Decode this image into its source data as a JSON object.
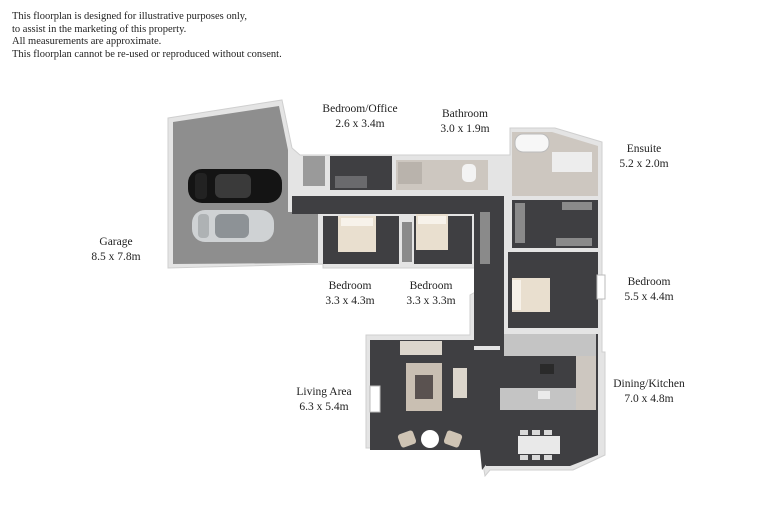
{
  "disclaimer": [
    "This floorplan is designed for illustrative purposes only,",
    "to assist in the marketing of this property.",
    "All measurements are approximate.",
    "This floorplan cannot be re-used or reproduced without consent."
  ],
  "rooms": [
    {
      "id": "bedroom-office",
      "name": "Bedroom/Office",
      "size": "2.6 x 3.4m"
    },
    {
      "id": "bathroom",
      "name": "Bathroom",
      "size": "3.0 x 1.9m"
    },
    {
      "id": "ensuite",
      "name": "Ensuite",
      "size": "5.2 x 2.0m"
    },
    {
      "id": "garage",
      "name": "Garage",
      "size": "8.5 x 7.8m"
    },
    {
      "id": "bedroom-1",
      "name": "Bedroom",
      "size": "3.3 x 4.3m"
    },
    {
      "id": "bedroom-2",
      "name": "Bedroom",
      "size": "3.3 x 3.3m"
    },
    {
      "id": "bedroom-3",
      "name": "Bedroom",
      "size": "5.5 x 4.4m"
    },
    {
      "id": "living-area",
      "name": "Living Area",
      "size": "6.3 x 5.4m"
    },
    {
      "id": "dining-kitchen",
      "name": "Dining/Kitchen",
      "size": "7.0 x 4.8m"
    }
  ],
  "colors": {
    "wall": "#e4e4e4",
    "floor_dark": "#3f3f42",
    "garage_floor": "#8e8e8e",
    "tile": "#cdc7c0",
    "bed": "#e9dfcf",
    "counter": "#c4c4c4"
  }
}
